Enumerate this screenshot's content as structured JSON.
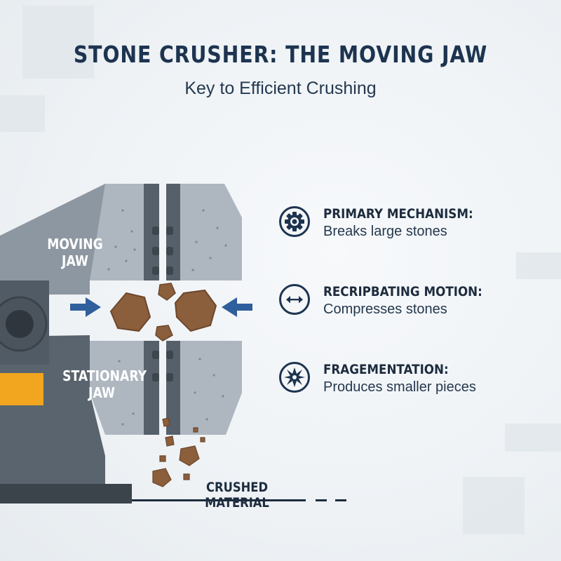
{
  "header": {
    "title": "STONE CRUSHER: THE MOVING JAW",
    "subtitle": "Key to Efficient Crushing"
  },
  "diagram": {
    "moving_jaw_label": "MOVING JAW",
    "stationary_jaw_label": "STATIONARY JAW",
    "output_label": "CRUSHED MATERIAL"
  },
  "features": [
    {
      "icon": "gear-icon",
      "title": "PRIMARY MECHANISM:",
      "description": "Breaks large stones"
    },
    {
      "icon": "double-arrow-icon",
      "title": "RECRIPBATING MOTION:",
      "description": "Compresses stones"
    },
    {
      "icon": "burst-icon",
      "title": "FRAGEMENTATION:",
      "description": "Produces smaller pieces"
    }
  ],
  "colors": {
    "title": "#1d3450",
    "jaw_gray": "#9aa4ad",
    "frame_dark": "#4e5862",
    "accent_yellow": "#f2a51f",
    "arrow_blue": "#2f5f9c",
    "stone_brown": "#8b5e3c"
  }
}
